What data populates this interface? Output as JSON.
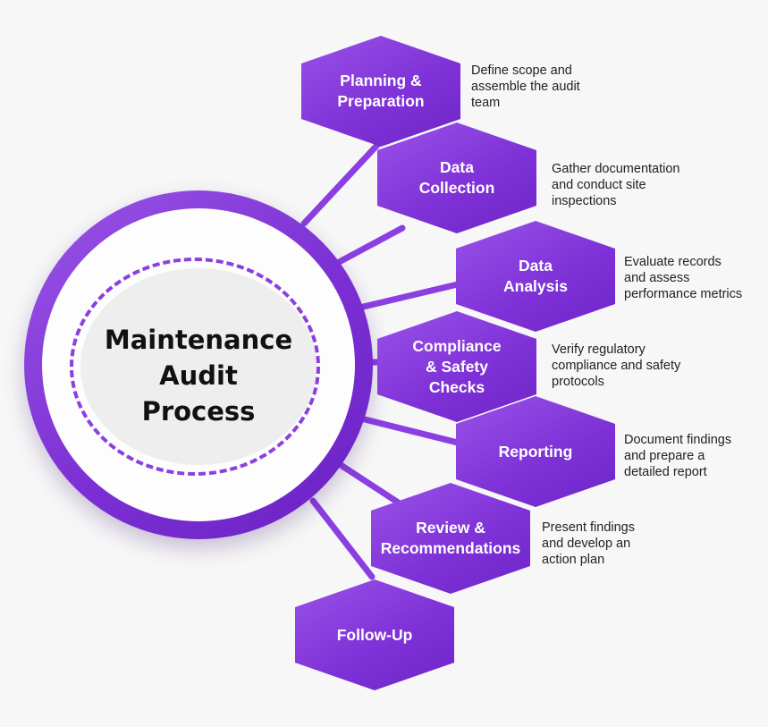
{
  "diagram": {
    "title_lines": [
      "Maintenance",
      "Audit",
      "Process"
    ],
    "colors": {
      "primary": "#7b2fd4",
      "light_purple": "#9a55e6",
      "dashed_ring": "#8b3fe0",
      "background": "#f7f7f7",
      "text": "#222222"
    },
    "steps": [
      {
        "label": "Planning &\nPreparation",
        "description": "Define scope and\nassemble the audit\nteam"
      },
      {
        "label": "Data\nCollection",
        "description": "Gather documentation\nand conduct site\ninspections"
      },
      {
        "label": "Data\nAnalysis",
        "description": "Evaluate records\nand assess\nperformance metrics"
      },
      {
        "label": "Compliance\n& Safety\nChecks",
        "description": "Verify regulatory\ncompliance and safety\nprotocols"
      },
      {
        "label": "Reporting",
        "description": "Document findings\nand prepare a\ndetailed report"
      },
      {
        "label": "Review &\nRecommendations",
        "description": "Present findings\nand develop an\naction plan"
      },
      {
        "label": "Follow-Up",
        "description": ""
      }
    ]
  }
}
